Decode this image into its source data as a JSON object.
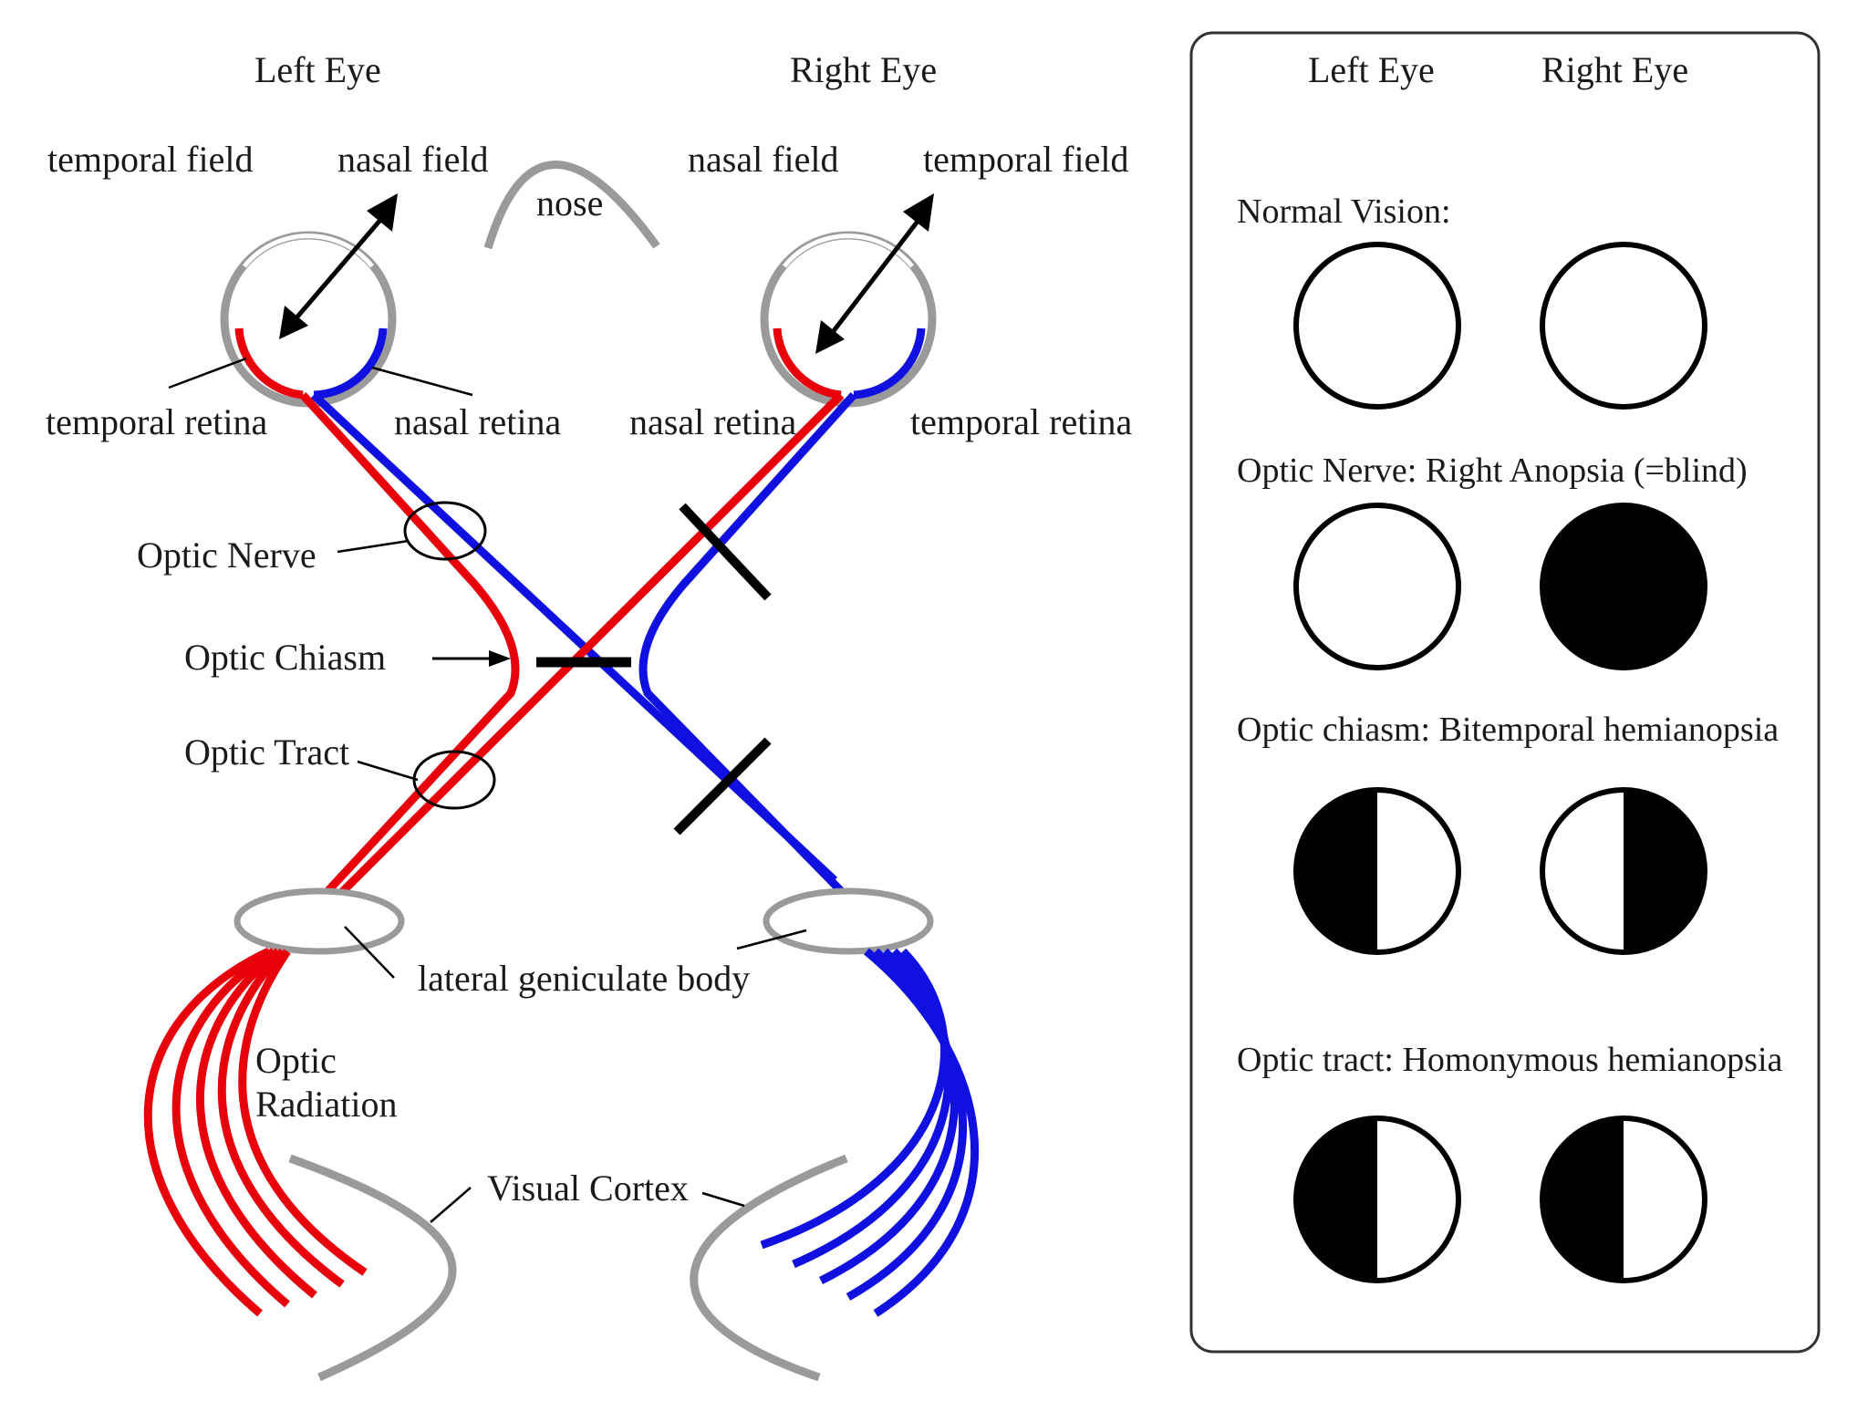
{
  "pathway": {
    "left_eye": "Left Eye",
    "right_eye": "Right Eye",
    "temporal_field_left": "temporal field",
    "nasal_field_left": "nasal field",
    "nose": "nose",
    "nasal_field_right": "nasal field",
    "temporal_field_right": "temporal field",
    "temporal_retina_left": "temporal retina",
    "nasal_retina_left": "nasal retina",
    "nasal_retina_right": "nasal retina",
    "temporal_retina_right": "temporal retina",
    "optic_nerve": "Optic Nerve",
    "optic_chiasm": "Optic Chiasm",
    "optic_tract": "Optic Tract",
    "lgb": "lateral geniculate body",
    "optic_radiation_1": "Optic",
    "optic_radiation_2": "Radiation",
    "visual_cortex": "Visual Cortex"
  },
  "panel": {
    "left_eye": "Left Eye",
    "right_eye": "Right Eye",
    "normal": "Normal Vision:",
    "nerve": "Optic Nerve: Right Anopsia (=blind)",
    "chiasm": "Optic chiasm: Bitemporal hemianopsia",
    "tract": "Optic tract: Homonymous hemianopsia"
  },
  "colors": {
    "temporal_fibers": "#e8000b",
    "nasal_fibers": "#1010e0",
    "structures": "#9a9a9a",
    "lesion": "#000000"
  }
}
